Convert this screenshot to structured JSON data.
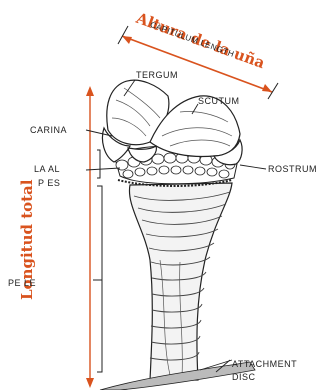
{
  "labels": {
    "spanish_top": "Altura de la uña",
    "spanish_side": "Longitud total",
    "capitulum_length": "CAPITULUM LENGTH",
    "tergum": "TERGUM",
    "scutum": "SCUTUM",
    "carina": "CARINA",
    "lateral_top": "LA   AL",
    "lateral_bottom": "P    ES",
    "rostrum": "ROSTRUM",
    "peduncle": "PE    LE",
    "attachment_1": "ATTACHMENT",
    "attachment_2": "DISC"
  },
  "colors": {
    "annotation": "#d9531e",
    "ink": "#222222",
    "background": "#ffffff"
  }
}
